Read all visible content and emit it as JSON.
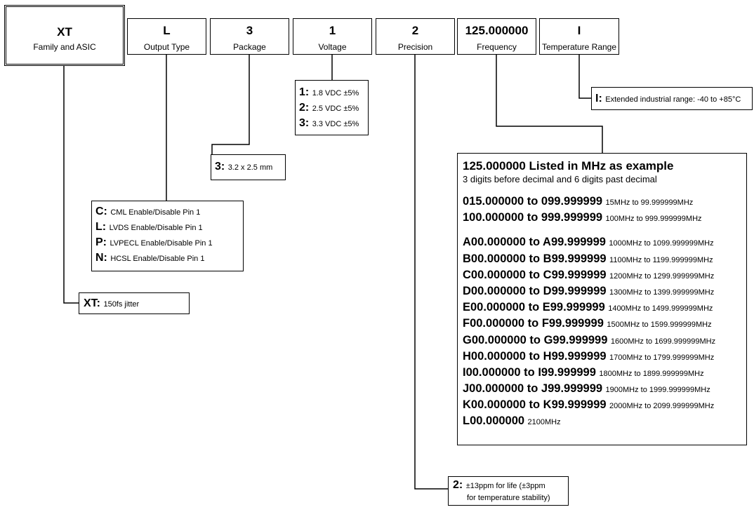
{
  "headers": [
    {
      "code": "XT",
      "label": "Family and ASIC"
    },
    {
      "code": "L",
      "label": "Output Type"
    },
    {
      "code": "3",
      "label": "Package"
    },
    {
      "code": "1",
      "label": "Voltage"
    },
    {
      "code": "2",
      "label": "Precision"
    },
    {
      "code": "125.000000",
      "label": "Frequency"
    },
    {
      "code": "I",
      "label": "Temperature Range"
    }
  ],
  "family": {
    "key": "XT:",
    "text": "150fs jitter"
  },
  "output_type": [
    {
      "key": "C:",
      "text": "CML Enable/Disable Pin 1"
    },
    {
      "key": "L:",
      "text": "LVDS Enable/Disable Pin 1"
    },
    {
      "key": "P:",
      "text": "LVPECL Enable/Disable Pin 1"
    },
    {
      "key": "N:",
      "text": "HCSL Enable/Disable Pin 1"
    }
  ],
  "package": {
    "key": "3:",
    "text": "3.2 x 2.5 mm"
  },
  "voltage": [
    {
      "key": "1:",
      "text": "1.8 VDC ±5%"
    },
    {
      "key": "2:",
      "text": "2.5 VDC ±5%"
    },
    {
      "key": "3:",
      "text": "3.3 VDC ±5%"
    }
  ],
  "precision": {
    "key": "2:",
    "text_line1": "±13ppm for life (±3ppm",
    "text_line2": "for temperature stability)"
  },
  "temperature": {
    "key": "I:",
    "text": "Extended industrial range: -40 to +85°C"
  },
  "frequency": {
    "title": "125.000000 Listed in MHz as example",
    "subtitle": "3 digits before decimal and 6 digits past decimal",
    "ranges_a": [
      {
        "range": "015.000000 to 099.999999",
        "desc": "15MHz to 99.999999MHz"
      },
      {
        "range": "100.000000 to 999.999999",
        "desc": "100MHz to 999.999999MHz"
      }
    ],
    "ranges_b": [
      {
        "range": "A00.000000 to A99.999999",
        "desc": "1000MHz to 1099.999999MHz"
      },
      {
        "range": "B00.000000 to B99.999999",
        "desc": "1100MHz to 1199.999999MHz"
      },
      {
        "range": "C00.000000 to C99.999999",
        "desc": "1200MHz to 1299.999999MHz"
      },
      {
        "range": "D00.000000 to D99.999999",
        "desc": "1300MHz to 1399.999999MHz"
      },
      {
        "range": "E00.000000 to E99.999999",
        "desc": "1400MHz to 1499.999999MHz"
      },
      {
        "range": "F00.000000 to F99.999999",
        "desc": "1500MHz to 1599.999999MHz"
      },
      {
        "range": "G00.000000 to G99.999999",
        "desc": "1600MHz to 1699.999999MHz"
      },
      {
        "range": "H00.000000 to H99.999999",
        "desc": "1700MHz to 1799.999999MHz"
      },
      {
        "range": "I00.000000 to I99.999999",
        "desc": "1800MHz to 1899.999999MHz"
      },
      {
        "range": "J00.000000 to J99.999999",
        "desc": "1900MHz to 1999.999999MHz"
      },
      {
        "range": "K00.000000 to K99.999999",
        "desc": "2000MHz to 2099.999999MHz"
      },
      {
        "range": "L00.000000",
        "desc": "2100MHz"
      }
    ]
  }
}
